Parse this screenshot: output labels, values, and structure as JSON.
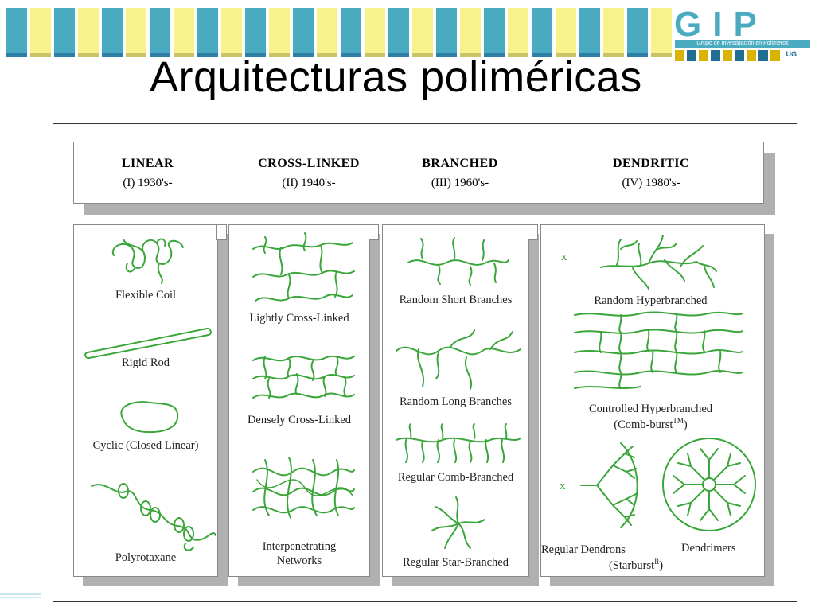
{
  "colors": {
    "stripe_teal": "#4aabc0",
    "stripe_yellow": "#f7f38a",
    "stripe_line": "#2e7fa8",
    "drawing_green": "#3aa63a",
    "logo_gold": "#d8b300",
    "logo_blue": "#1f6d91"
  },
  "logo": {
    "text": "GIP",
    "subtitle": "Grupo de Investigación en Polímeros",
    "mark": "UG"
  },
  "title": "Arquitecturas poliméricas",
  "figure": {
    "columns": [
      {
        "heading": "LINEAR",
        "era": "(I) 1930's-"
      },
      {
        "heading": "CROSS-LINKED",
        "era": "(II) 1940's-"
      },
      {
        "heading": "BRANCHED",
        "era": "(III) 1960's-"
      },
      {
        "heading": "DENDRITIC",
        "era": "(IV) 1980's-"
      }
    ],
    "linear": [
      "Flexible Coil",
      "Rigid Rod",
      "Cyclic (Closed Linear)",
      "Polyrotaxane"
    ],
    "crosslinked": [
      "Lightly Cross-Linked",
      "Densely Cross-Linked",
      "Interpenetrating",
      "Networks"
    ],
    "branched": [
      "Random Short Branches",
      "Random Long Branches",
      "Regular Comb-Branched",
      "Regular Star-Branched"
    ],
    "dendritic": {
      "random_hyper": "Random Hyperbranched",
      "controlled_hyper": "Controlled Hyperbranched",
      "comb_burst": "(Comb-burst",
      "comb_burst_sup": "TM",
      "comb_burst_close": ")",
      "dendrons": "Regular Dendrons",
      "starburst": "(Starburst",
      "starburst_sup": "R",
      "starburst_close": ")",
      "dendrimers": "Dendrimers",
      "focal_mark": "x"
    }
  }
}
